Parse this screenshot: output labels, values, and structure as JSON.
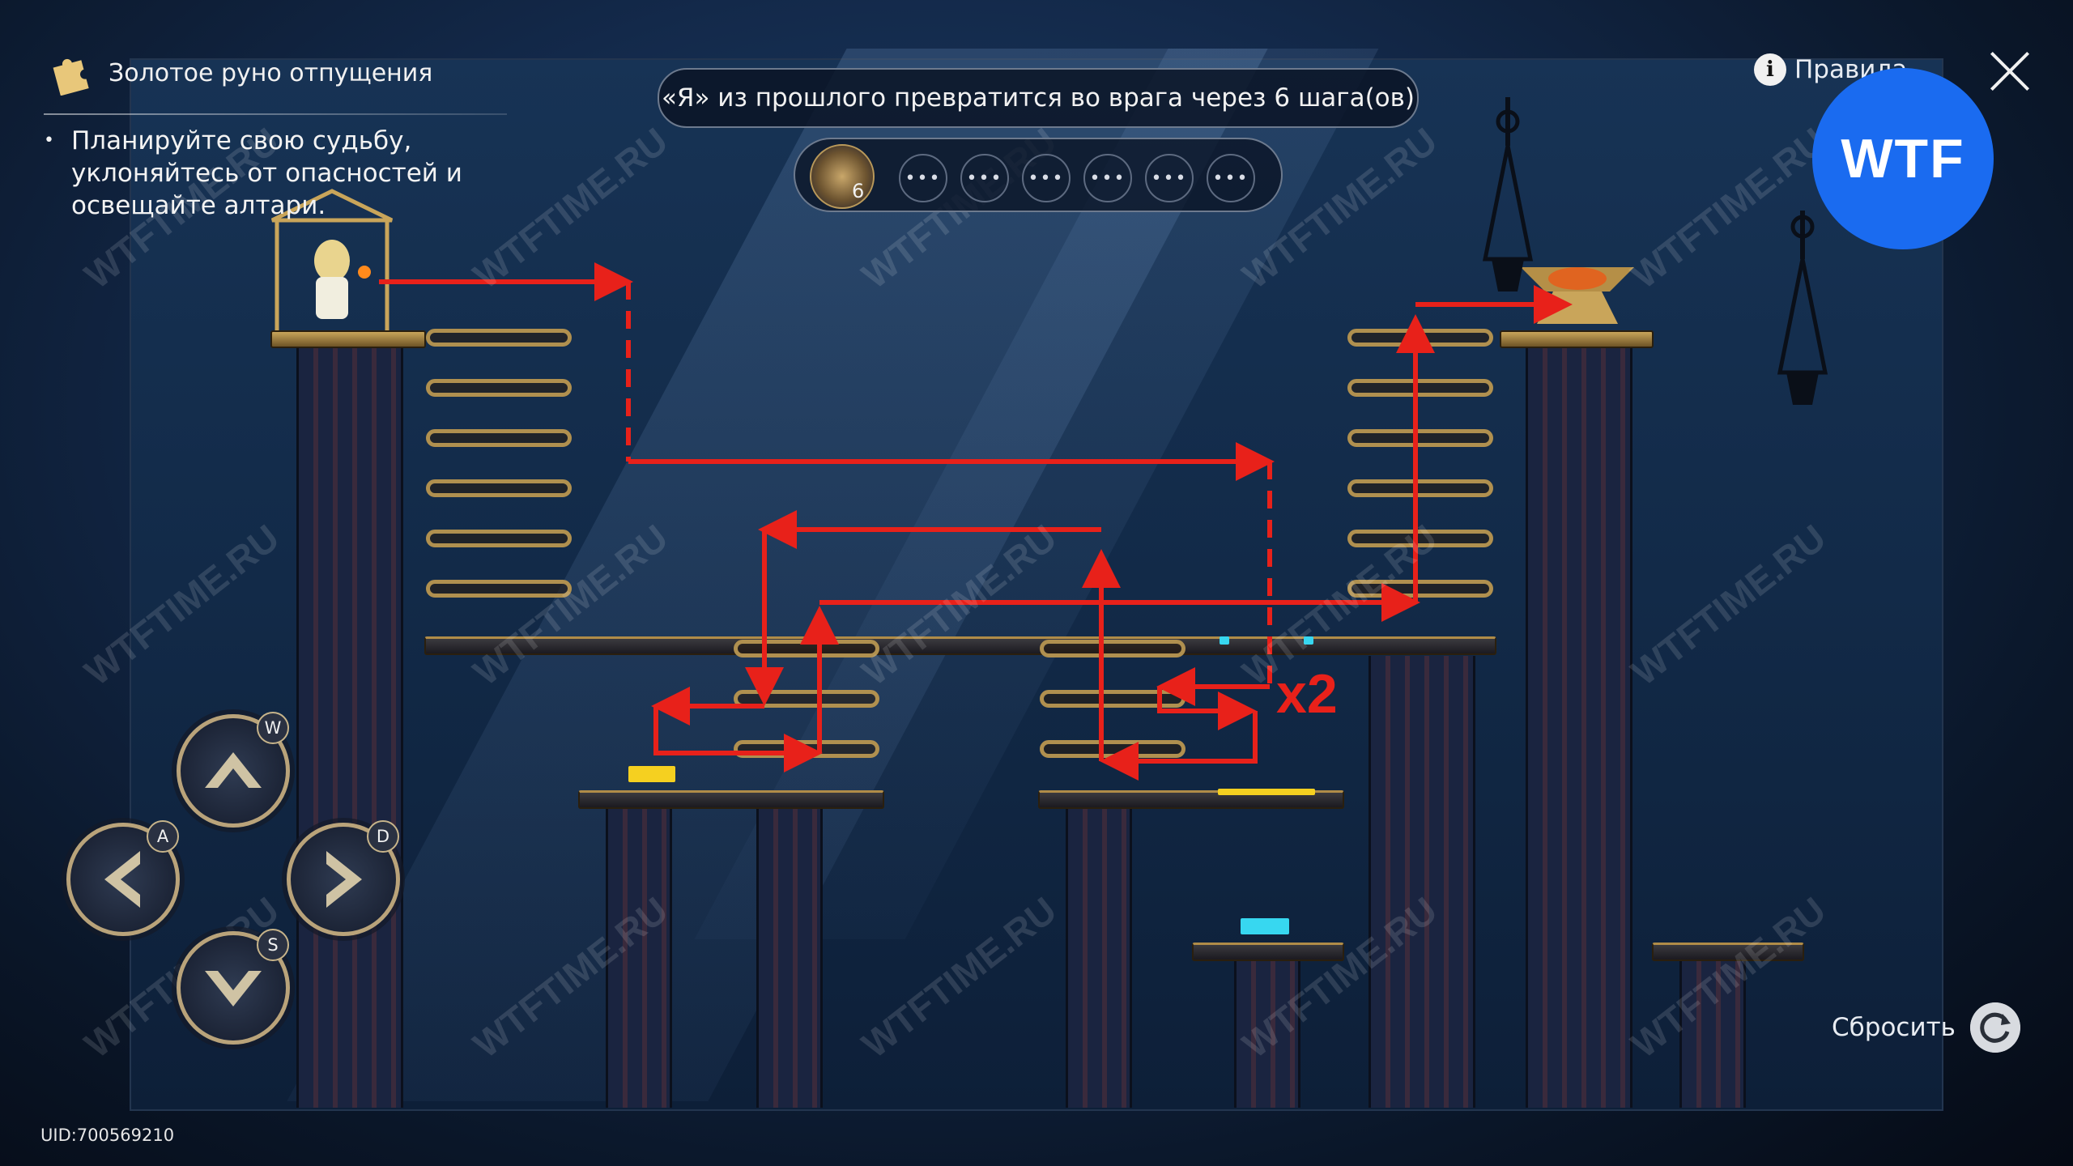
{
  "header": {
    "title": "Золотое руно отпущения",
    "goal": "Планируйте свою судьбу, уклоняйтесь от опасностей и освещайте алтари.",
    "bullet": "•"
  },
  "banner": {
    "text": "«Я» из прошлого превратится во врага через 6 шага(ов)"
  },
  "steps": {
    "count": "6",
    "dots": [
      "•••",
      "•••",
      "•••",
      "•••",
      "•••",
      "•••"
    ]
  },
  "rules": {
    "label": "Правила",
    "icon": "info-icon"
  },
  "close": {
    "icon": "close-icon"
  },
  "badge": {
    "text": "WTF"
  },
  "controls": {
    "up_key": "W",
    "left_key": "A",
    "right_key": "D",
    "down_key": "S"
  },
  "reset": {
    "label": "Сбросить",
    "icon": "refresh-icon"
  },
  "uid": "UID:700569210",
  "annotation": {
    "repeat": "x2",
    "color": "#e8211a"
  },
  "watermark": "WTFTIME.RU",
  "colors": {
    "accent_gold": "#c9a55a",
    "pad_yellow": "#f5d020",
    "pad_cyan": "#37d7f0",
    "badge_blue": "#1a6bf0"
  }
}
